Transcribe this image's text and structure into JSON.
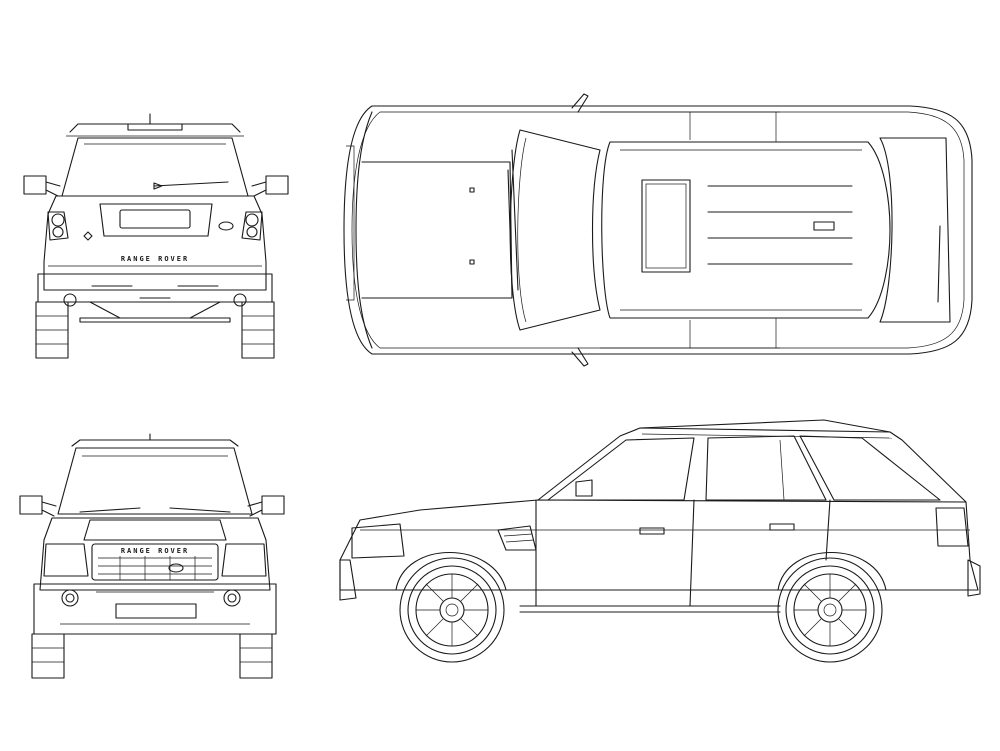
{
  "vehicle": {
    "rear_badge": "RANGE ROVER",
    "grille_badge": "RANGE ROVER"
  },
  "views": [
    "rear",
    "top",
    "front",
    "side"
  ],
  "colors": {
    "line": "#1a1a1a",
    "background": "#ffffff"
  }
}
